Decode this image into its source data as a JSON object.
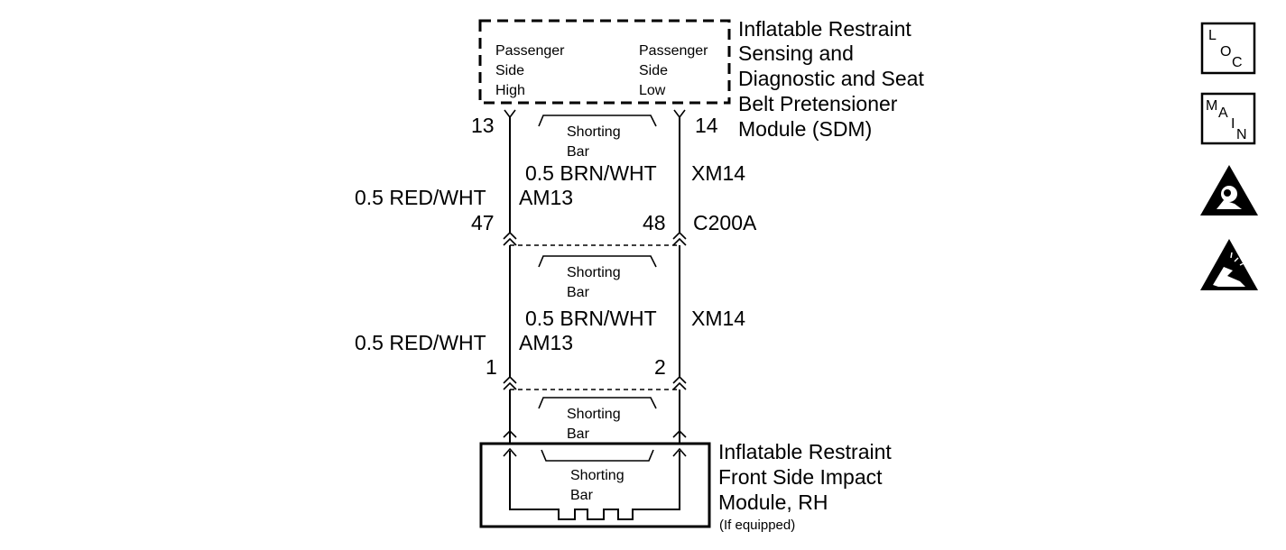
{
  "sdm": {
    "title_lines": [
      "Inflatable Restraint",
      "Sensing and",
      "Diagnostic and Seat",
      "Belt Pretensioner",
      "Module (SDM)"
    ],
    "terminal_high_lines": [
      "Passenger",
      "Side",
      "High"
    ],
    "terminal_low_lines": [
      "Passenger",
      "Side",
      "Low"
    ],
    "pin_high": "13",
    "pin_low": "14"
  },
  "shorting_bar_lines": [
    "Shorting",
    "Bar"
  ],
  "segment_upper": {
    "wire_high_label": "0.5 RED/WHT",
    "circuit_high": "AM13",
    "wire_low_label": "0.5 BRN/WHT",
    "circuit_low": "XM14"
  },
  "connector": {
    "name": "C200A",
    "pin_high": "47",
    "pin_low": "48"
  },
  "segment_lower": {
    "wire_high_label": "0.5 RED/WHT",
    "circuit_high": "AM13",
    "wire_low_label": "0.5 BRN/WHT",
    "circuit_low": "XM14",
    "pin_high": "1",
    "pin_low": "2"
  },
  "module": {
    "title_lines": [
      "Inflatable Restraint",
      "Front Side Impact",
      "Module, RH"
    ],
    "note": "(If equipped)"
  },
  "nav_icons": {
    "loc_letters": [
      "L",
      "O",
      "C"
    ],
    "main_letters": [
      "M",
      "A",
      "I",
      "N"
    ],
    "airbag_warning": "airbag-warning-icon",
    "esd_warning": "esd-warning-icon"
  }
}
